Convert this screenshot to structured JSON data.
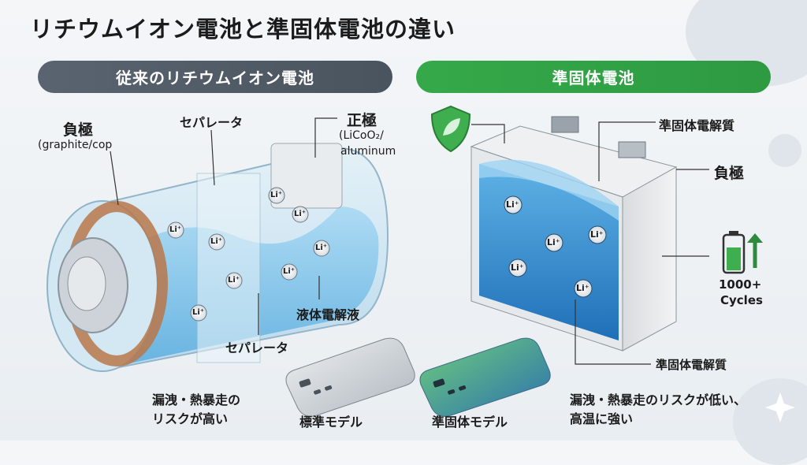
{
  "title": "リチウムイオン電池と準固体電池の違い",
  "left": {
    "header": "従来のリチウムイオン電池",
    "anode_label": "負極",
    "anode_sub": "(graphite/cop",
    "separator_top": "セパレータ",
    "cathode_label": "正極",
    "cathode_sub1": "(LiCoO₂/",
    "cathode_sub2": "aluminum",
    "electrolyte": "液体電解液",
    "separator_bottom": "セパレータ",
    "risk": [
      "漏洩・熱暴走の",
      "リスクが高い"
    ],
    "model": "標準モデル",
    "ion": "Li⁺"
  },
  "right": {
    "header": "準固体電池",
    "electrolyte_top": "準固体電解質",
    "anode_label": "負極",
    "cycles": [
      "1000+",
      "Cycles"
    ],
    "electrolyte_bottom": "準固体電解質",
    "benefit": [
      "漏洩・熱暴走のリスクが低い、",
      "高温に強い"
    ],
    "model": "準固体モデル",
    "ion": "Li⁺"
  },
  "colors": {
    "left_header": "#505a64",
    "right_header": "#32a246",
    "liquid": "#7ec3ea",
    "gel": "#2f7fc4",
    "anode_band": "#b8774a"
  }
}
